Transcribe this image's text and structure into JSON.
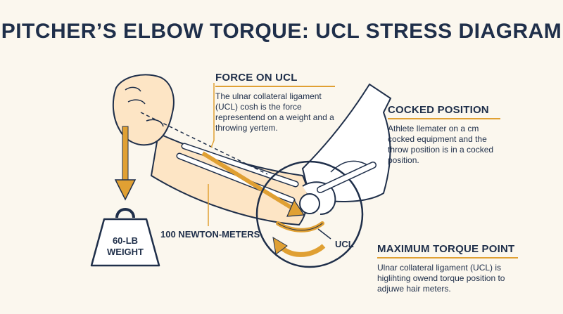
{
  "title": "PITCHER’S ELBOW TORQUE: UCL STRESS DIAGRAM",
  "callouts": {
    "force": {
      "heading": "FORCE ON UCL",
      "body": "The ulnar collateral ligament (UCL) cosh is the force representend on a weight and a throwing yertem."
    },
    "cocked": {
      "heading": "COCKED POSITION",
      "body": "Athlete llemater on a cm cocked equipment and the throw position is in a cocked position."
    },
    "max_torque": {
      "heading": "MAXIMUM TORQUE POINT",
      "body": "Ulnar collateral ligament (UCL) is higlihting owend torque position to adjuwe hair meters."
    }
  },
  "labels": {
    "weight_line1": "60-LB",
    "weight_line2": "WEIGHT",
    "torque_value": "100 NEWTON-METERS",
    "ucl": "UCL"
  },
  "colors": {
    "navy": "#1f2f4a",
    "accent": "#e0a033",
    "background": "#fbf7ee"
  }
}
